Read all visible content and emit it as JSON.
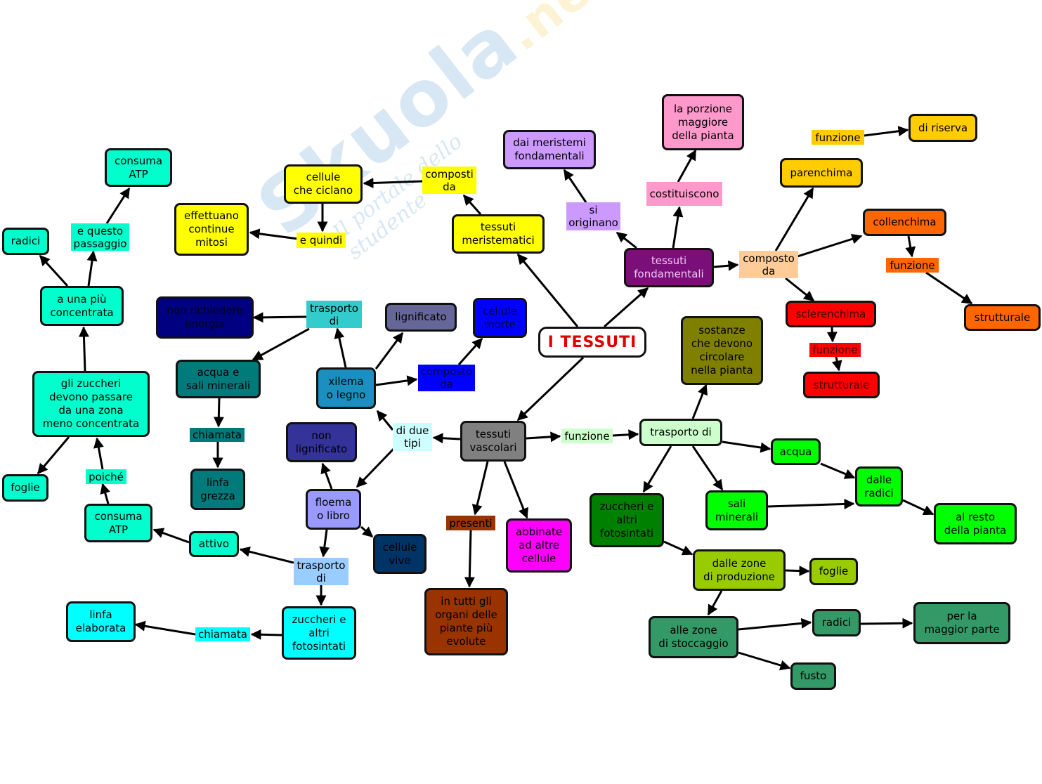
{
  "watermark": {
    "main": "Skuola",
    "suffix": ".net",
    "sub": "Il portale dello studente"
  },
  "title": "I TESSUTI",
  "nodes": {
    "meristematici": "tessuti\nmeristematici",
    "cellule_ciclano": "cellule\nche ciclano",
    "effettuano_mitosi": "effettuano\ncontinue\nmitosi",
    "fondamentali": "tessuti\nfondamentali",
    "dai_meristemi": "dai meristemi\nfondamentali",
    "porzione_maggiore": "la porzione\nmaggiore\ndella pianta",
    "parenchima": "parenchima",
    "di_riserva": "di riserva",
    "collenchima": "collenchima",
    "strutturale_colle": "strutturale",
    "sclerenchima": "sclerenchima",
    "strutturale_scle": "strutturale",
    "vascolari": "tessuti\nvascolari",
    "xilema": "xilema\no legno",
    "lignificato": "lignificato",
    "cellule_morte": "cellule\nmorte",
    "non_richiedere": "non richiedere\nenergia",
    "acqua_sali": "acqua e\nsali minerali",
    "linfa_grezza": "linfa\ngrezza",
    "non_lignificato": "non\nlignificato",
    "floema": "floema\no libro",
    "cellule_vive": "cellule\nvive",
    "zuccheri_floema": "zuccheri e\naltri\nfotosintati",
    "linfa_elaborata": "linfa\nelaborata",
    "attivo": "attivo",
    "consuma_atp_low": "consuma\nATP",
    "gli_zuccheri": "gli zuccheri\ndevono passare\nda una zona\nmeno concentrata",
    "foglie_left": "foglie",
    "piu_concentrata": "a una più\nconcentrata",
    "radici_left": "radici",
    "consuma_atp_top": "consuma\nATP",
    "in_tutti": "in tutti gli\norgani delle\npiante più\nevolute",
    "abbinate": "abbinate\nad altre\ncellule",
    "trasporto_vasc": "trasporto di",
    "sostanze": "sostanze\nche devono\ncircolare\nnella pianta",
    "acqua_right": "acqua",
    "dalle_radici": "dalle\nradici",
    "al_resto": "al resto\ndella pianta",
    "sali_minerali_right": "sali\nminerali",
    "zuccheri_right": "zuccheri e\naltri\nfotosintati",
    "dalle_zone_prod": "dalle zone\ndi produzione",
    "foglie_right": "foglie",
    "alle_zone_stocc": "alle zone\ndi stoccaggio",
    "radici_right": "radici",
    "per_la_maggior": "per la\nmaggior parte",
    "fusto": "fusto"
  },
  "links": {
    "composti_da": "composti\nda",
    "e_quindi": "e quindi",
    "si_originano": "si\noriginano",
    "costituiscono": "costituiscono",
    "composto_da_fond": "composto\nda",
    "funzione_par": "funzione",
    "funzione_colle": "funzione",
    "funzione_scle": "funzione",
    "di_due_tipi": "di due\ntipi",
    "funzione_vasc": "funzione",
    "presenti": "presenti",
    "composto_da_xil": "composto\nda",
    "trasporto_di_xil": "trasporto\ndi",
    "chiamata_grezza": "chiamata",
    "trasporto_di_flo": "trasporto\ndi",
    "chiamata_elab": "chiamata",
    "poiche": "poiché",
    "e_questo": "e questo\npassaggio"
  },
  "colors": {
    "title_bg": "#ffffff",
    "title_text": "#e00000",
    "meristematici": "#ffff00",
    "fondamentali": "#7a0f7a",
    "dai_meristemi": "#cc99ff",
    "porzione": "#ff99cc",
    "parenchima": "#ffcc00",
    "collenchima": "#ff6600",
    "sclerenchima": "#ff0000",
    "vascolari": "#808080",
    "xilema": "#1b8fbf",
    "lignificato": "#666699",
    "cellule_morte": "#0000ff",
    "non_richiedere": "#000080",
    "acqua_sali": "#007a7a",
    "non_lignificato": "#333399",
    "floema": "#9999ff",
    "cellule_vive": "#003366",
    "zuccheri_floema": "#00ffff",
    "atp": "#00ffcc",
    "in_tutti": "#993300",
    "abbinate": "#ff00ff",
    "trasporto_vasc": "#ccffcc",
    "sostanze": "#808000",
    "green": "#00ff00",
    "darkgreen": "#008000",
    "lime": "#99cc00",
    "seagreen": "#339966"
  }
}
